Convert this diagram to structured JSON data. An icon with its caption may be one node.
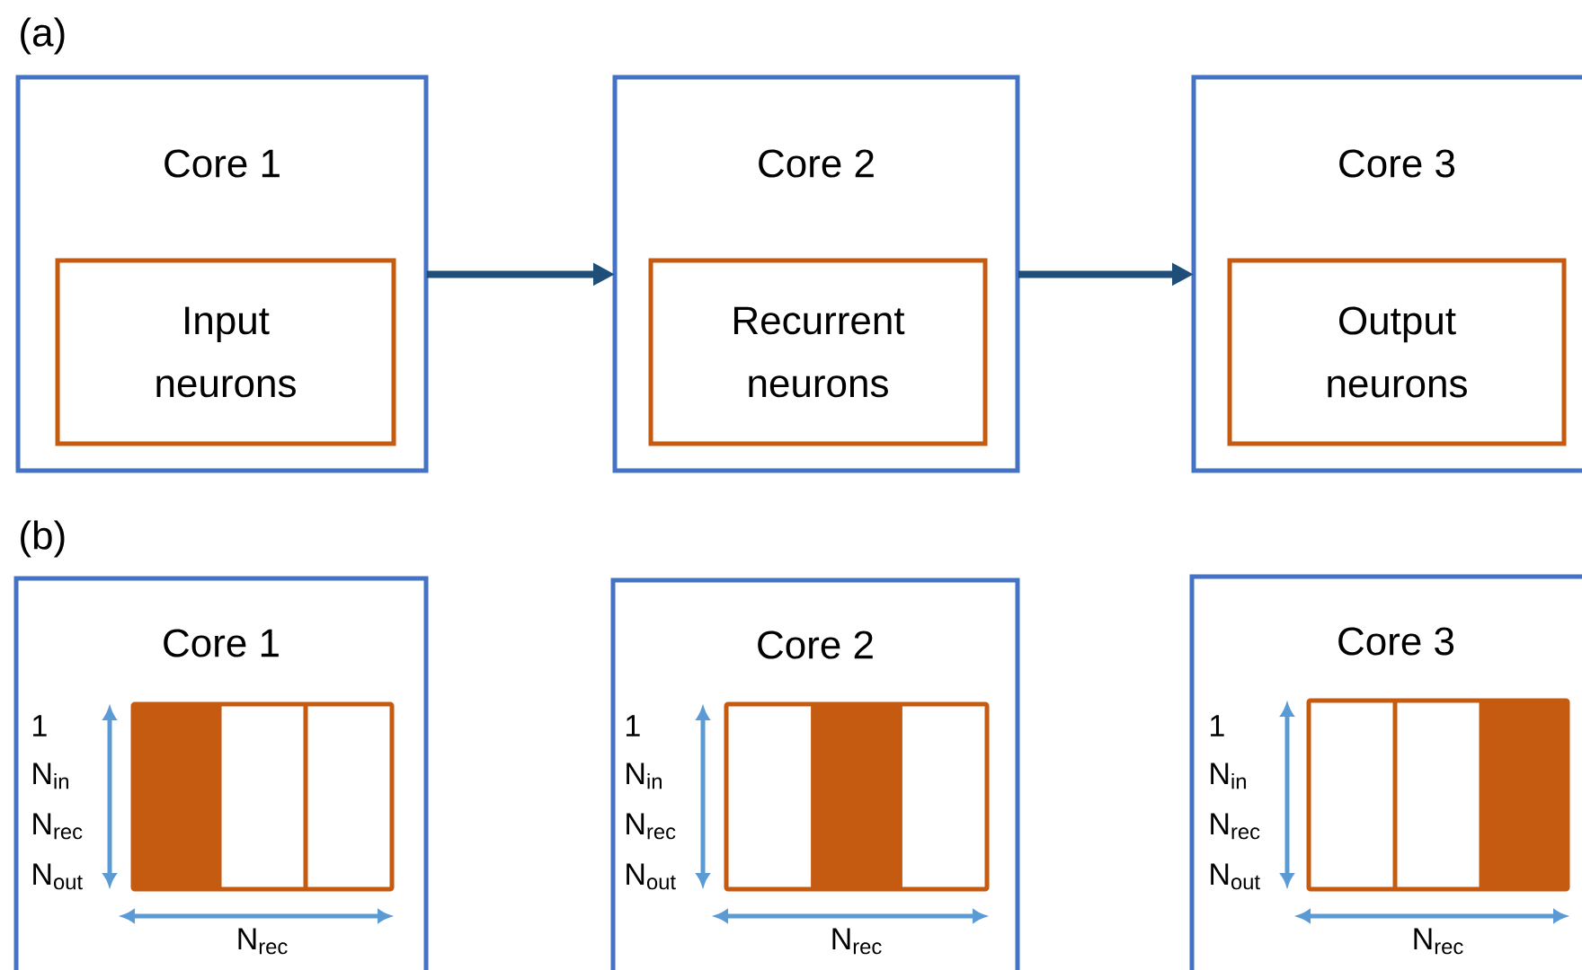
{
  "diagram": {
    "nodes": [
      {
        "text": [
          "Core 1"
        ]
      },
      {
        "text": [
          "Input neurons"
        ],
        "in": 0
      },
      {
        "text": [
          "Core 2"
        ]
      },
      {
        "text": [
          "Recurrent neurons"
        ],
        "in": 2
      },
      {
        "text": [
          "Core 3"
        ]
      },
      {
        "text": [
          "Output neurons"
        ],
        "in": 4
      },
      {
        "text": [
          "Core 1"
        ]
      },
      {
        "text": [
          "Core 2"
        ]
      },
      {
        "text": [
          "Core 3"
        ]
      }
    ],
    "edges": [
      {
        "from": 0,
        "to": 2,
        "arrow": "to"
      },
      {
        "from": 2,
        "to": 4,
        "arrow": "to"
      }
    ],
    "labels": [
      "(a)",
      "(b)",
      "1",
      "N$_{in}$",
      "N$_{rec}$",
      "N$_{out}$",
      "N$_{rec}$",
      "1",
      "N$_{in}$",
      "N$_{rec}$",
      "N$_{out}$",
      "N$_{rec}$",
      "1",
      "N$_{in}$",
      "N$_{rec}$",
      "N$_{out}$",
      "N$_{rec}$"
    ]
  }
}
